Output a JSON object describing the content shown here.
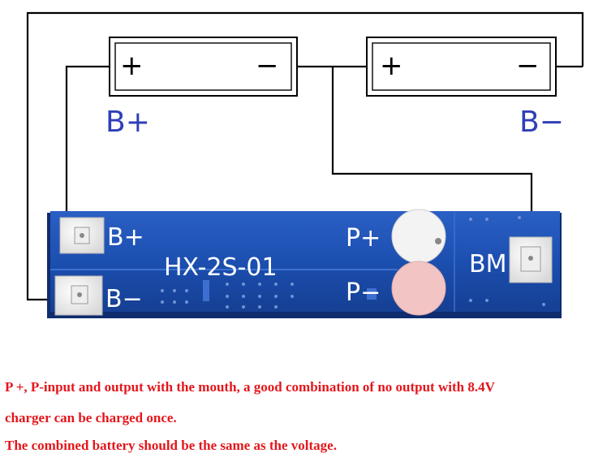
{
  "batteries": {
    "cell_left": {
      "plus": "+",
      "minus": "−"
    },
    "cell_right": {
      "plus": "+",
      "minus": "−"
    },
    "label_positive": "B+",
    "label_negative": "B−"
  },
  "board": {
    "model": "HX-2S-01",
    "pad_b_plus": "B+",
    "pad_b_minus": "B−",
    "pad_p_plus": "P+",
    "pad_p_minus": "P−",
    "pad_bm": "BM"
  },
  "colors": {
    "pcb": "#1c4fb0",
    "label_blue": "#2f3fb8",
    "caption_red": "#e4161b"
  },
  "caption": {
    "line1": "P +, P-input and output with the mouth, a good combination of no output with 8.4V",
    "line2": "charger can be charged once.",
    "line3": "The combined battery should be the same as the voltage."
  }
}
